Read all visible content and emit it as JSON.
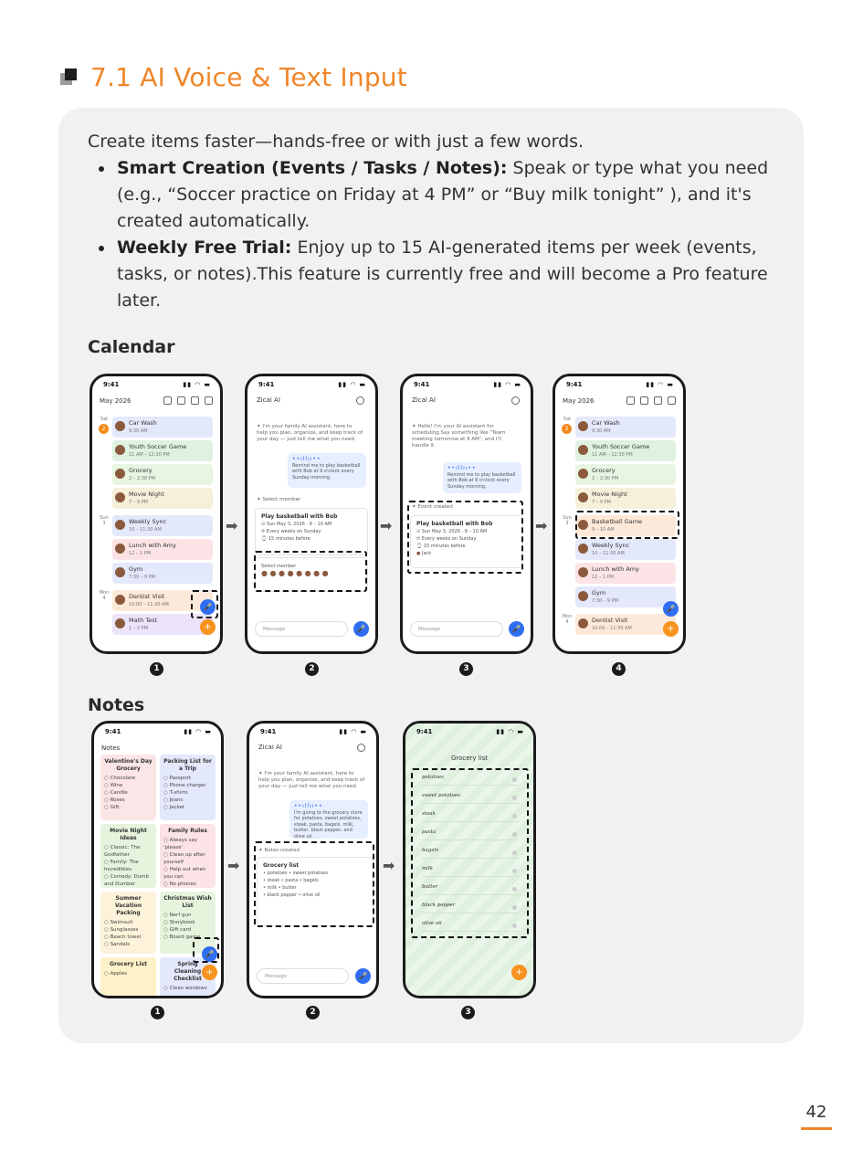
{
  "section": {
    "title": "7.1 AI Voice & Text Input"
  },
  "intro": "Create items faster—hands-free or with just a few words.",
  "bullets": [
    {
      "label": "Smart Creation (Events / Tasks / Notes):",
      "text": " Speak or type what you need (e.g., “Soccer practice on Friday at 4 PM” or “Buy milk tonight” ), and it's created automatically."
    },
    {
      "label": "Weekly Free Trial:",
      "text": " Enjoy up to 15 AI-generated items per week (events, tasks, or notes).This feature is currently free and will become a Pro feature later."
    }
  ],
  "calendar": {
    "label": "Calendar",
    "steps": [
      "1",
      "2",
      "3",
      "4"
    ]
  },
  "notes": {
    "label": "Notes",
    "steps": [
      "1",
      "2",
      "3"
    ]
  },
  "phone": {
    "time": "9:41",
    "month": "May 2026",
    "chat_title": "Zicai AI",
    "message_placeholder": "Message",
    "notes_title": "Notes"
  },
  "page_number": "42"
}
